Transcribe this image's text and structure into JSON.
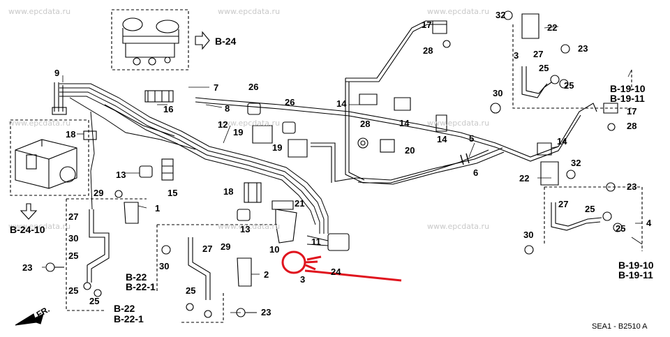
{
  "watermark": "www.epcdata.ru",
  "callouts": {
    "c1": "1",
    "c2": "2",
    "c3": "3",
    "c3b": "3",
    "c4": "4",
    "c5": "5",
    "c6": "6",
    "c7": "7",
    "c8": "8",
    "c9": "9",
    "c10": "10",
    "c11": "11",
    "c12": "12",
    "c13a": "13",
    "c13b": "13",
    "c14a": "14",
    "c14b": "14",
    "c14c": "14",
    "c14d": "14",
    "c15": "15",
    "c16": "16",
    "c17a": "17",
    "c17b": "17",
    "c18a": "18",
    "c18b": "18",
    "c19a": "19",
    "c19b": "19",
    "c20": "20",
    "c21": "21",
    "c22a": "22",
    "c22b": "22",
    "c23a": "23",
    "c23b": "23",
    "c23c": "23",
    "c23d": "23",
    "c24": "24",
    "c25a": "25",
    "c25b": "25",
    "c25c": "25",
    "c25d": "25",
    "c25e": "25",
    "c25f": "25",
    "c25g": "25",
    "c25h": "25",
    "c26a": "26",
    "c26b": "26",
    "c27a": "27",
    "c27b": "27",
    "c27c": "27",
    "c27d": "27",
    "c28a": "28",
    "c28b": "28",
    "c28c": "28",
    "c29a": "29",
    "c29b": "29",
    "c30a": "30",
    "c30b": "30",
    "c30c": "30",
    "c30d": "30",
    "c32a": "32",
    "c32b": "32"
  },
  "refs": {
    "b24": "B-24",
    "b2410": "B-24-10",
    "b1910_top": "B-19-10",
    "b1911_top": "B-19-11",
    "b1910_bot": "B-19-10",
    "b1911_bot": "B-19-11",
    "b22_mid": "B-22",
    "b221_mid": "B-22-1",
    "b22_bot": "B-22",
    "b221_bot": "B-22-1"
  },
  "front_label": "FR.",
  "diagram_code": "SEA1 - B2510 A",
  "colors": {
    "line": "#000000",
    "annotation": "#e0141e",
    "watermark": "#c9c9c9"
  }
}
